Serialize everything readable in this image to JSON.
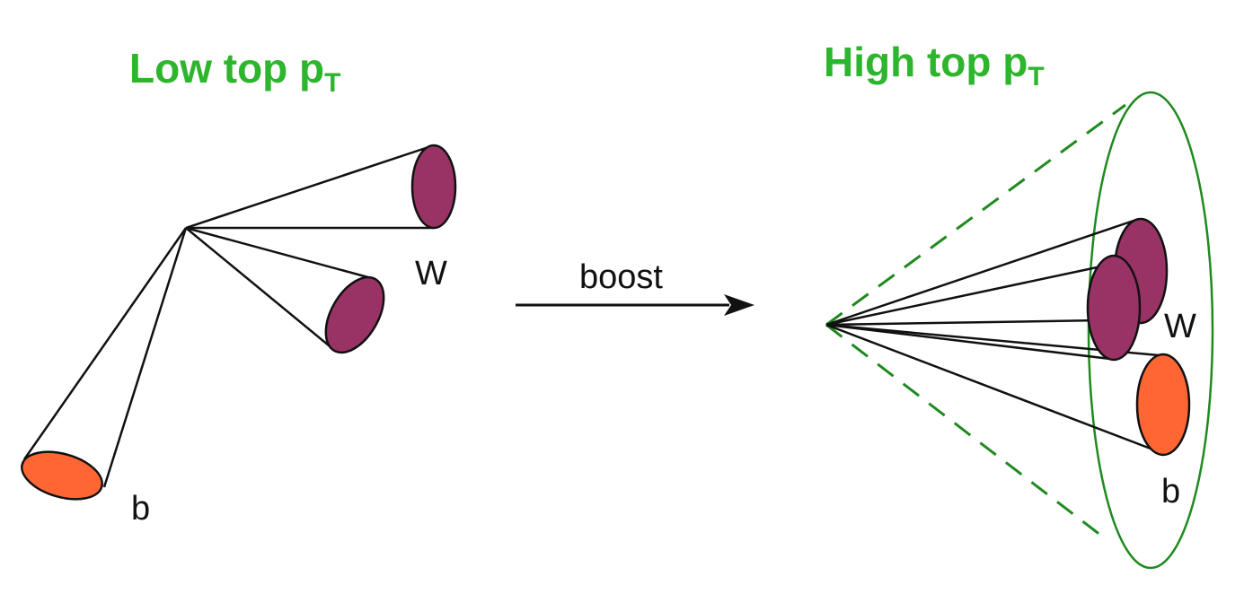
{
  "colors": {
    "title": "#2db52d",
    "w_jet": "#993366",
    "b_jet": "#ff6633",
    "fat_jet": "#1f8a1f",
    "line": "#111111"
  },
  "left_panel": {
    "title_main": "Low top p",
    "title_sub": "T",
    "w_label": "W",
    "b_label": "b"
  },
  "arrow": {
    "label": "boost"
  },
  "right_panel": {
    "title_main": "High top p",
    "title_sub": "T",
    "w_label": "W",
    "b_label": "b"
  }
}
